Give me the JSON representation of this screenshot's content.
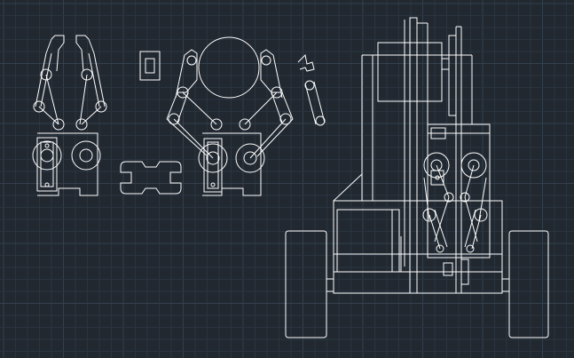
{
  "drawing": {
    "background_color": "#212830",
    "line_color": "#ffffff",
    "grid_minor_color": "#2a3440",
    "grid_major_color": "#34404d",
    "grid": true,
    "parts": [
      "gripper-front-view",
      "small-plate",
      "connector-piece",
      "gripper-open-view",
      "finger-link-detail",
      "robot-side-assembly"
    ]
  }
}
